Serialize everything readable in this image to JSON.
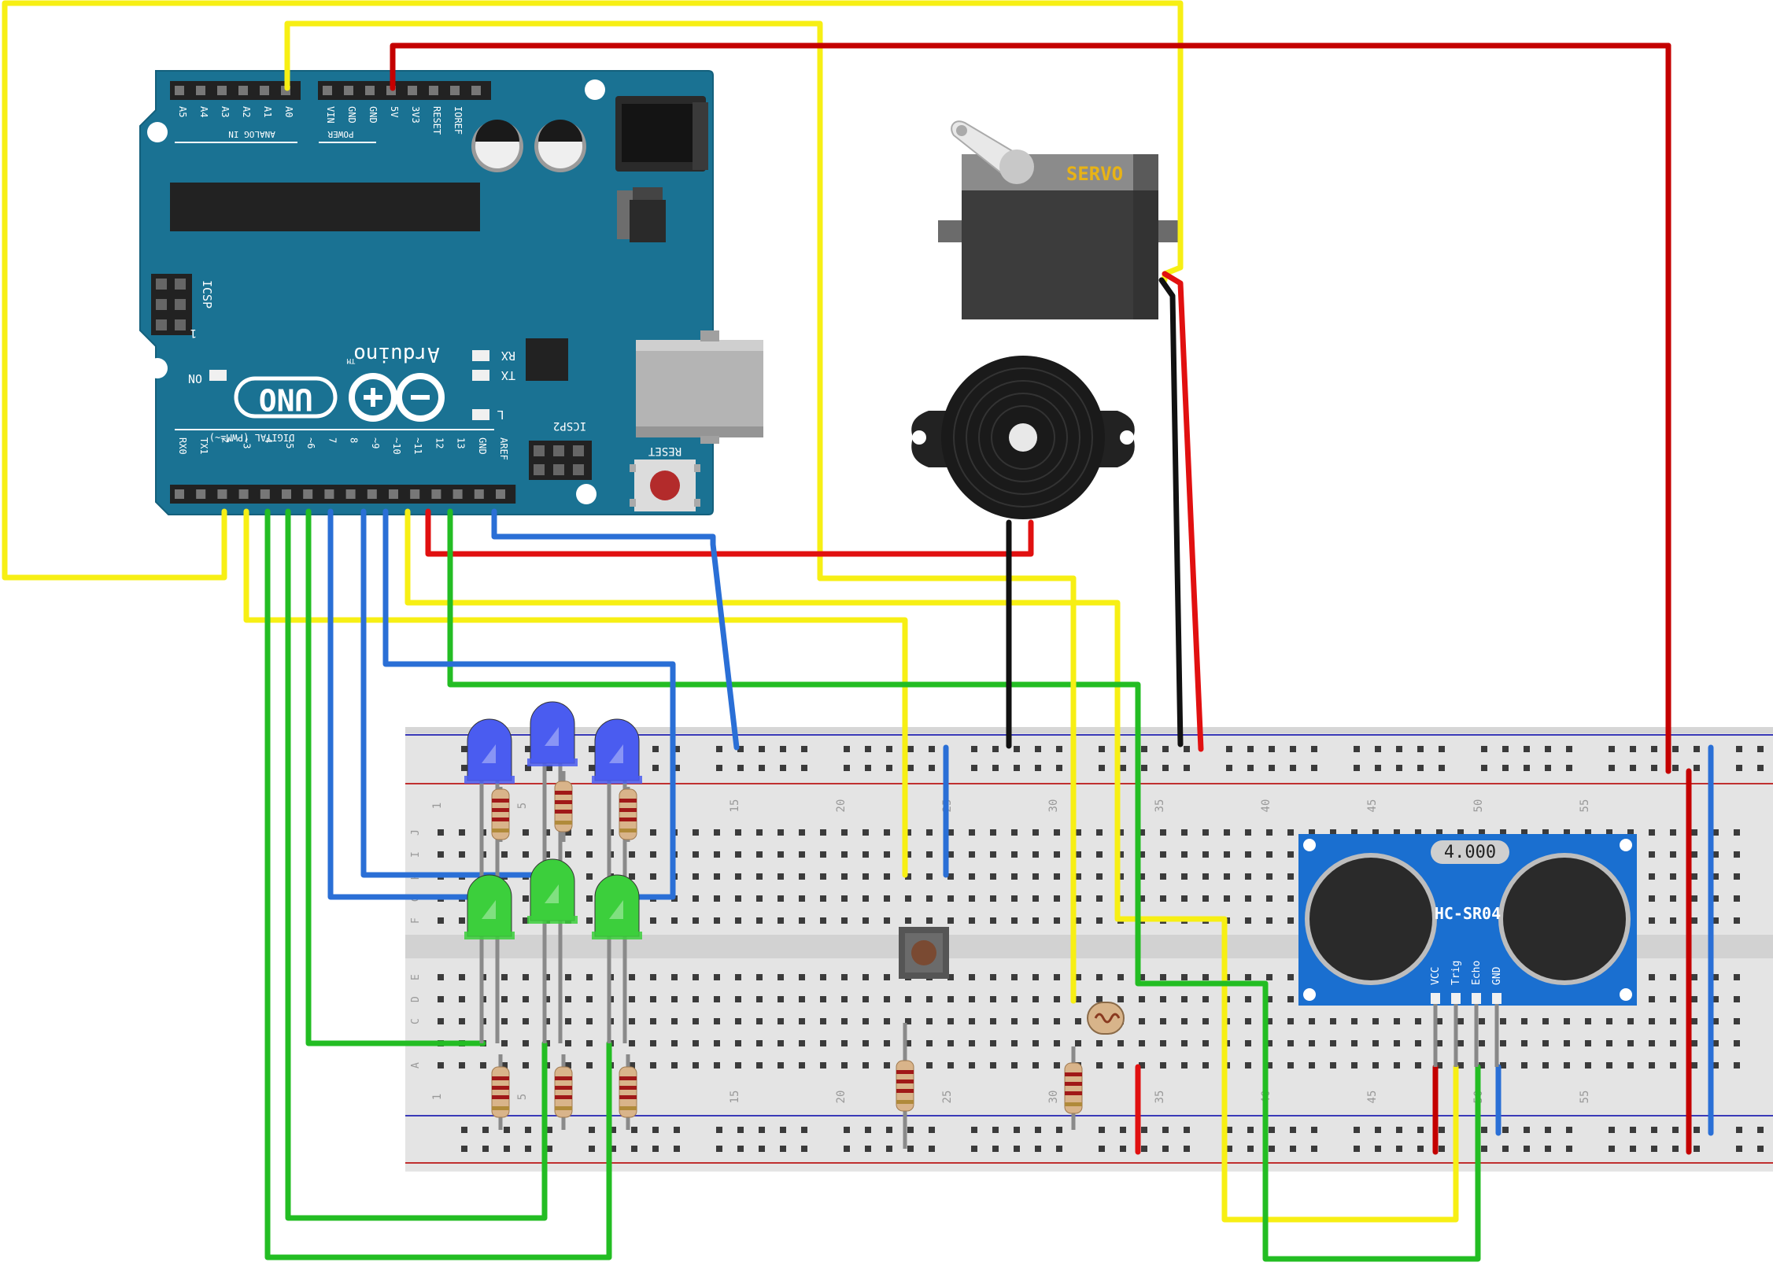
{
  "arduino": {
    "brand": "Arduino",
    "trademark": "TM",
    "model": "UNO",
    "on_label": "ON",
    "tx_label": "TX",
    "rx_label": "RX",
    "l_label": "L",
    "icsp_label": "ICSP",
    "icsp2_label": "ICSP2",
    "reset_label": "RESET",
    "analog_in_label": "ANALOG IN",
    "power_label": "POWER",
    "digital_label": "DIGITAL (PWM=~)",
    "icsp_pin1": "1",
    "analog_pins": [
      "A5",
      "A4",
      "A3",
      "A2",
      "A1",
      "A0"
    ],
    "power_pins": [
      "VIN",
      "GND",
      "GND",
      "5V",
      "3V3",
      "RESET",
      "IOREF"
    ],
    "digital_pins": [
      "RX0",
      "TX1",
      "2",
      "~3",
      "4",
      "~5",
      "~6",
      "7",
      "8",
      "~9",
      "~10",
      "~11",
      "12",
      "13",
      "GND",
      "AREF"
    ]
  },
  "servo": {
    "label": "SERVO"
  },
  "sensor": {
    "name": "HC-SR04",
    "crystal": "4.000",
    "pins": [
      "VCC",
      "Trig",
      "Echo",
      "GND"
    ]
  },
  "breadboard": {
    "column_numbers": [
      "1",
      "5",
      "15",
      "20",
      "25",
      "30",
      "35",
      "40",
      "45",
      "50",
      "55"
    ],
    "row_letters_top": [
      "J",
      "I",
      "H",
      "G",
      "F"
    ],
    "row_letters_bottom": [
      "E",
      "D",
      "C",
      "B",
      "A"
    ]
  },
  "colors": {
    "board": "#1a7293",
    "breadboard": "#e3e3e3",
    "wire_yellow": "#f7ef14",
    "wire_red": "#e11010",
    "wire_dark_red": "#c40000",
    "wire_green": "#23bd23",
    "wire_blue": "#2a6fd6",
    "wire_black": "#111111",
    "led_blue": "#4a5cf0",
    "led_green": "#3ccf3c",
    "sensor_board": "#1a6fd0"
  }
}
